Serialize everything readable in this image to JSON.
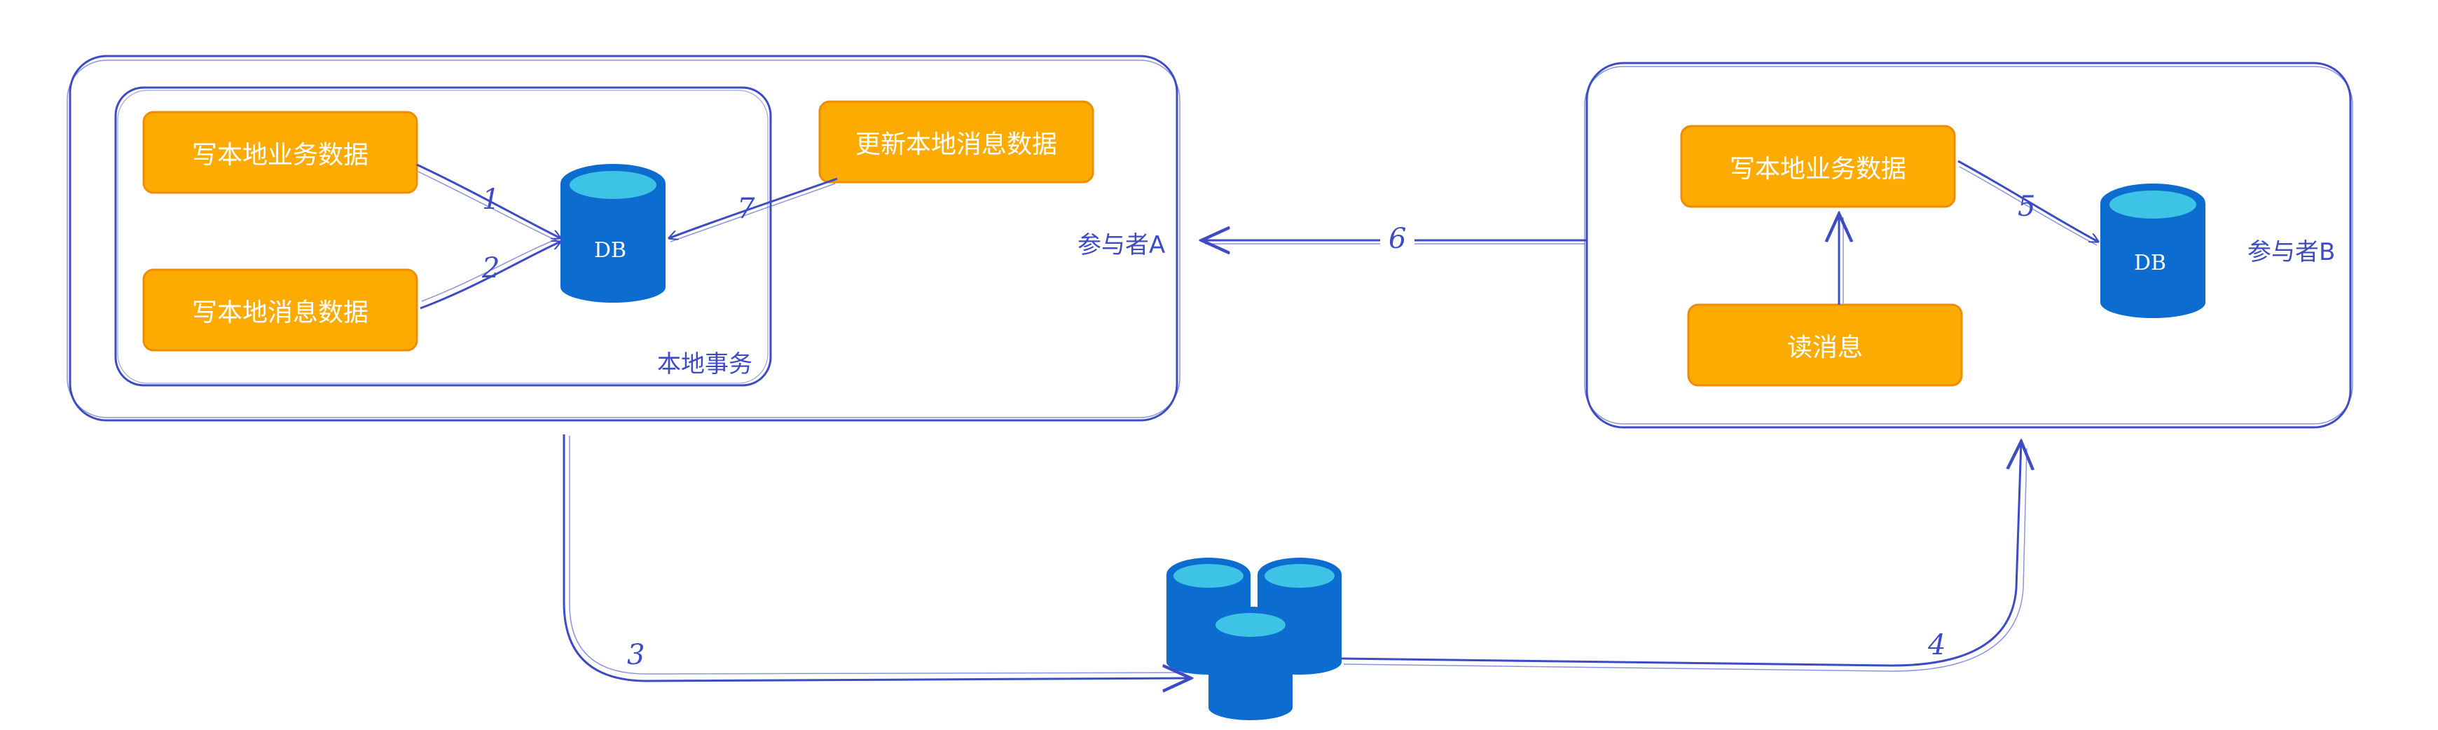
{
  "colors": {
    "line": "#3d4cc4",
    "box_fill": "#fdab00",
    "box_stroke": "#f08c00",
    "db_body": "#0d6ccf",
    "db_top": "#3cc3e6",
    "box_text": "#ffffff"
  },
  "participant_a": {
    "label": "参与者A",
    "local_tx_label": "本地事务",
    "write_business": "写本地业务数据",
    "write_message": "写本地消息数据",
    "update_message": "更新本地消息数据",
    "db_label": "DB"
  },
  "participant_b": {
    "label": "参与者B",
    "write_business": "写本地业务数据",
    "read_message": "读消息",
    "db_label": "DB"
  },
  "steps": {
    "s1": "1",
    "s2": "2",
    "s3": "3",
    "s4": "4",
    "s5": "5",
    "s6": "6",
    "s7": "7"
  }
}
